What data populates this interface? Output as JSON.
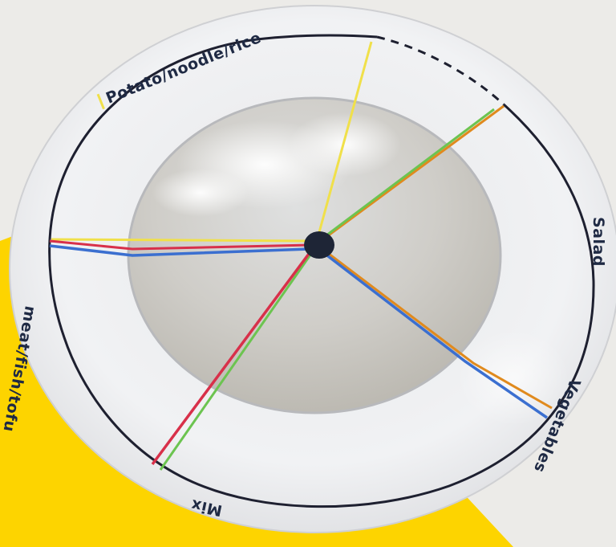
{
  "colors": {
    "background": "#ecebe8",
    "accent_yellow": "#fdd400",
    "plate_rim": "#f2f3f5",
    "plate_well": "#c9c8c4",
    "outline": "#1e2030",
    "line_yellow": "#f0e04a",
    "line_orange": "#e08a1e",
    "line_green": "#6cc450",
    "line_red": "#d8304a",
    "line_blue": "#3b6fd0",
    "hub": "#1e2536"
  },
  "segments": [
    {
      "label": "Potato/noodle/rice",
      "marker_color": "#f0e04a"
    },
    {
      "label": "Salad",
      "marker_color": "#e08a1e"
    },
    {
      "label": "Vegetables",
      "marker_color": "#6cc450"
    },
    {
      "label": "Mix",
      "marker_color": "#3b6fd0"
    },
    {
      "label": "meat/fish/tofu",
      "marker_color": "#d8304a"
    }
  ]
}
